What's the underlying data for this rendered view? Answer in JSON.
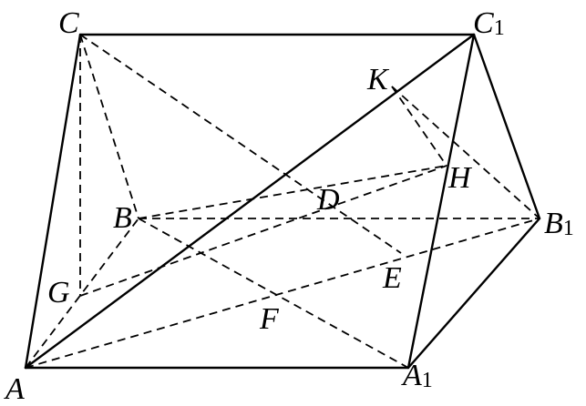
{
  "points": {
    "C": {
      "letter": "C",
      "sub": ""
    },
    "C1": {
      "letter": "C",
      "sub": "1"
    },
    "K": {
      "letter": "K",
      "sub": ""
    },
    "H": {
      "letter": "H",
      "sub": ""
    },
    "B": {
      "letter": "B",
      "sub": ""
    },
    "D": {
      "letter": "D",
      "sub": ""
    },
    "B1": {
      "letter": "B",
      "sub": "1"
    },
    "E": {
      "letter": "E",
      "sub": ""
    },
    "G": {
      "letter": "G",
      "sub": ""
    },
    "F": {
      "letter": "F",
      "sub": ""
    },
    "A": {
      "letter": "A",
      "sub": ""
    },
    "A1": {
      "letter": "A",
      "sub": "1"
    }
  },
  "solid_edges": [
    [
      "A",
      "C"
    ],
    [
      "A",
      "A1"
    ],
    [
      "C",
      "C1"
    ],
    [
      "C1",
      "A1"
    ],
    [
      "C1",
      "B1"
    ],
    [
      "A1",
      "B1"
    ],
    [
      "A",
      "C1"
    ]
  ],
  "dashed_edges": [
    [
      "C",
      "B"
    ],
    [
      "C",
      "G"
    ],
    [
      "C",
      "E"
    ],
    [
      "B",
      "B1"
    ],
    [
      "B",
      "A1"
    ],
    [
      "A",
      "B"
    ],
    [
      "A",
      "B1"
    ],
    [
      "G",
      "H"
    ],
    [
      "B",
      "H"
    ],
    [
      "K",
      "H"
    ],
    [
      "K",
      "B1"
    ]
  ]
}
